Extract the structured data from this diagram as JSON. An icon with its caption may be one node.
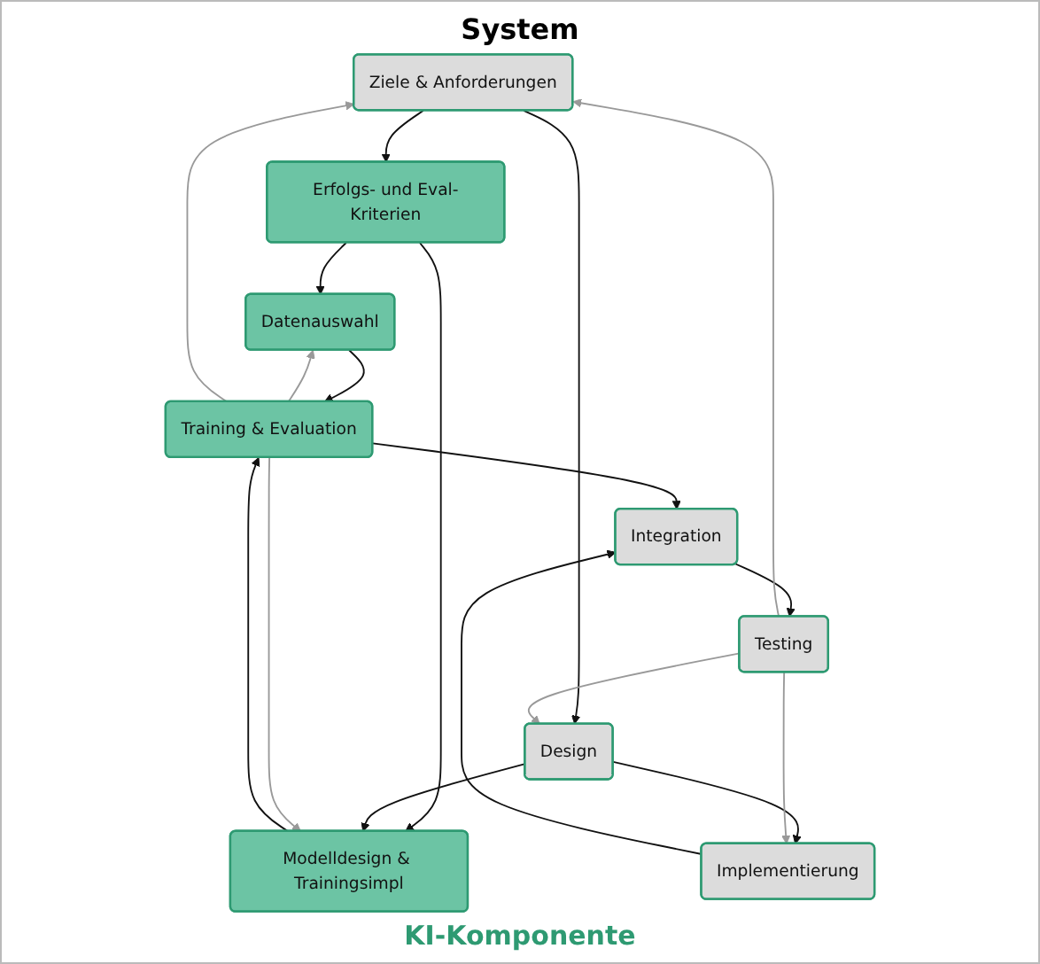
{
  "diagram": {
    "title": "System",
    "nodes": [
      {
        "text": [
          "Ziele & Anforderungen"
        ]
      },
      {
        "text": [
          "Erfolgs- und Eval-Kriterien"
        ]
      },
      {
        "text": [
          "Design"
        ]
      },
      {
        "text": [
          "Datenauswahl"
        ]
      },
      {
        "text": [
          "Modelldesign & Trainingsimpl"
        ]
      },
      {
        "text": [
          "Implementierung"
        ]
      },
      {
        "text": [
          "Training & Evaluation"
        ]
      },
      {
        "text": [
          "Integration"
        ]
      },
      {
        "text": [
          "Testing"
        ]
      }
    ],
    "edges": [
      {
        "from": 0,
        "to": 1,
        "arrow": "to"
      },
      {
        "from": 0,
        "to": 2,
        "arrow": "to"
      },
      {
        "from": 1,
        "to": 3,
        "arrow": "to"
      },
      {
        "from": 1,
        "to": 4,
        "arrow": "to"
      },
      {
        "from": 2,
        "to": 4,
        "arrow": "to"
      },
      {
        "from": 2,
        "to": 5,
        "arrow": "to"
      },
      {
        "from": 3,
        "to": 6,
        "arrow": "to"
      },
      {
        "from": 4,
        "to": 6,
        "arrow": "to"
      },
      {
        "from": 6,
        "to": 3,
        "arrow": "to",
        "color": "#999999"
      },
      {
        "from": 6,
        "to": 4,
        "arrow": "to",
        "color": "#999999"
      },
      {
        "from": 5,
        "to": 7,
        "arrow": "to"
      },
      {
        "from": 6,
        "to": 7,
        "arrow": "to"
      },
      {
        "from": 7,
        "to": 8,
        "arrow": "to"
      },
      {
        "from": 6,
        "to": 0,
        "arrow": "to",
        "color": "#999999"
      },
      {
        "from": 8,
        "to": 0,
        "arrow": "to",
        "color": "#999999"
      },
      {
        "from": 8,
        "to": 2,
        "arrow": "to",
        "color": "#999999"
      },
      {
        "from": 8,
        "to": 5,
        "arrow": "to",
        "color": "#999999"
      }
    ],
    "labels": [
      "KI-Komponente"
    ]
  }
}
